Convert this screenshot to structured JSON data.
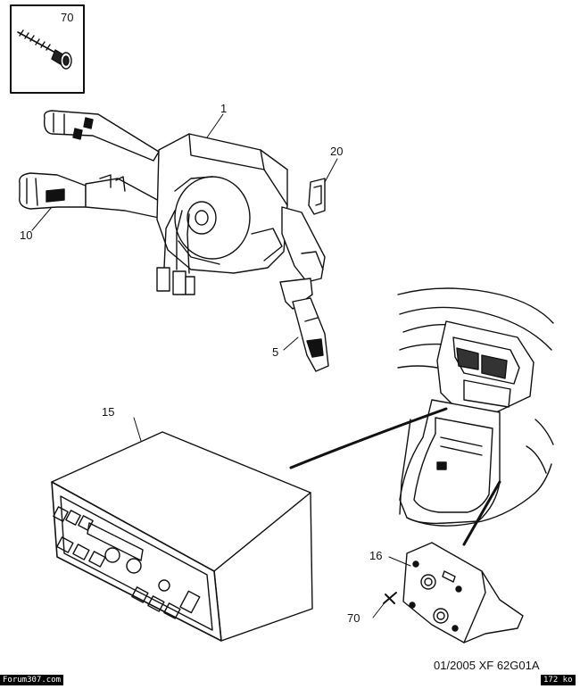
{
  "callouts": {
    "c70_top": "70",
    "c1": "1",
    "c20": "20",
    "c10": "10",
    "c5": "5",
    "c15": "15",
    "c16": "16",
    "c70_bottom": "70"
  },
  "footer": {
    "date_code": "01/2005  XF 62G01A",
    "site": "Forum307.com",
    "size": "172 ko"
  },
  "colors": {
    "ink": "#111111",
    "paper": "#ffffff"
  }
}
